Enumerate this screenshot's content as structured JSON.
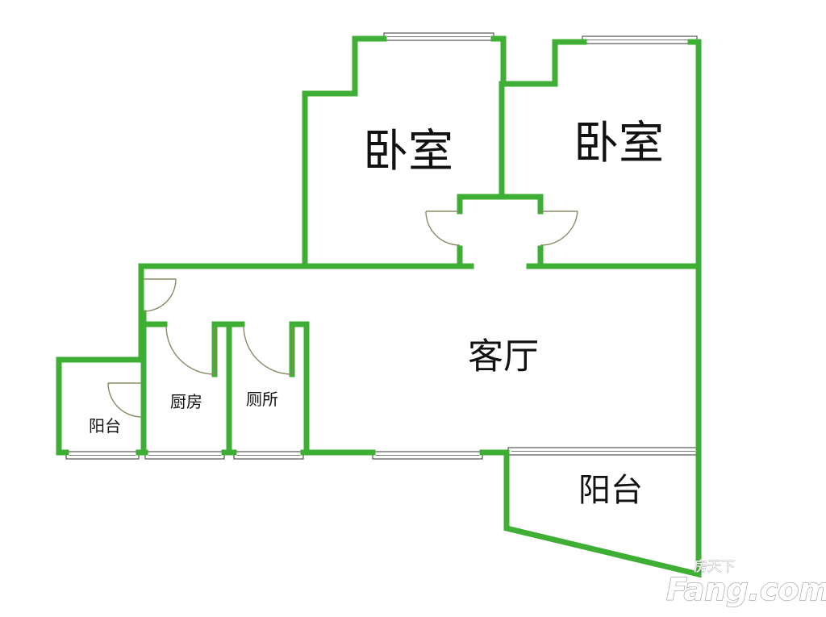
{
  "rooms": {
    "bedroom_left": "卧室",
    "bedroom_right": "卧室",
    "living_room": "客厅",
    "kitchen": "厨房",
    "toilet": "厕所",
    "balcony_small": "阳台",
    "balcony_large": "阳台"
  },
  "watermark": {
    "cn": "房天下",
    "brand": "Fang.com"
  },
  "colors": {
    "wall": "#3fae35",
    "wall_edge": "#1e5a18",
    "door": "#8a8a66",
    "background": "#ffffff"
  }
}
